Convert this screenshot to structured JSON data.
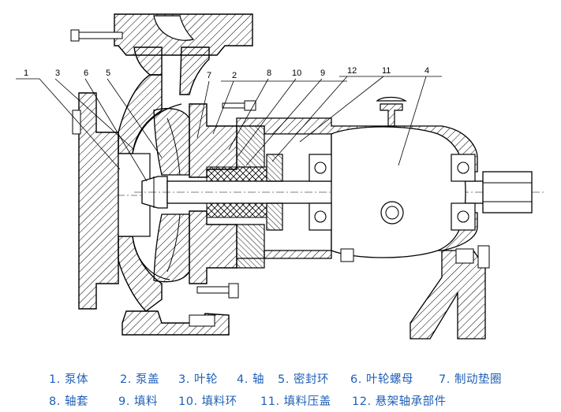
{
  "diagram": {
    "callouts": [
      "1",
      "3",
      "6",
      "5",
      "7",
      "2",
      "8",
      "10",
      "9",
      "12",
      "11",
      "4"
    ]
  },
  "legend": {
    "row1": [
      {
        "num": "1.",
        "label": "泵体"
      },
      {
        "num": "2.",
        "label": "泵盖"
      },
      {
        "num": "3.",
        "label": "叶轮"
      },
      {
        "num": "4.",
        "label": "轴"
      },
      {
        "num": "5.",
        "label": "密封环"
      },
      {
        "num": "6.",
        "label": "叶轮螺母"
      },
      {
        "num": "7.",
        "label": "制动垫圈"
      }
    ],
    "row2": [
      {
        "num": "8.",
        "label": "轴套"
      },
      {
        "num": "9.",
        "label": "填料"
      },
      {
        "num": "10.",
        "label": "填料环"
      },
      {
        "num": "11.",
        "label": "填料压盖"
      },
      {
        "num": "12.",
        "label": "悬架轴承部件"
      }
    ]
  },
  "colors": {
    "legend_text": "#1f5fb8",
    "line": "#000000",
    "hatch": "#000000"
  }
}
